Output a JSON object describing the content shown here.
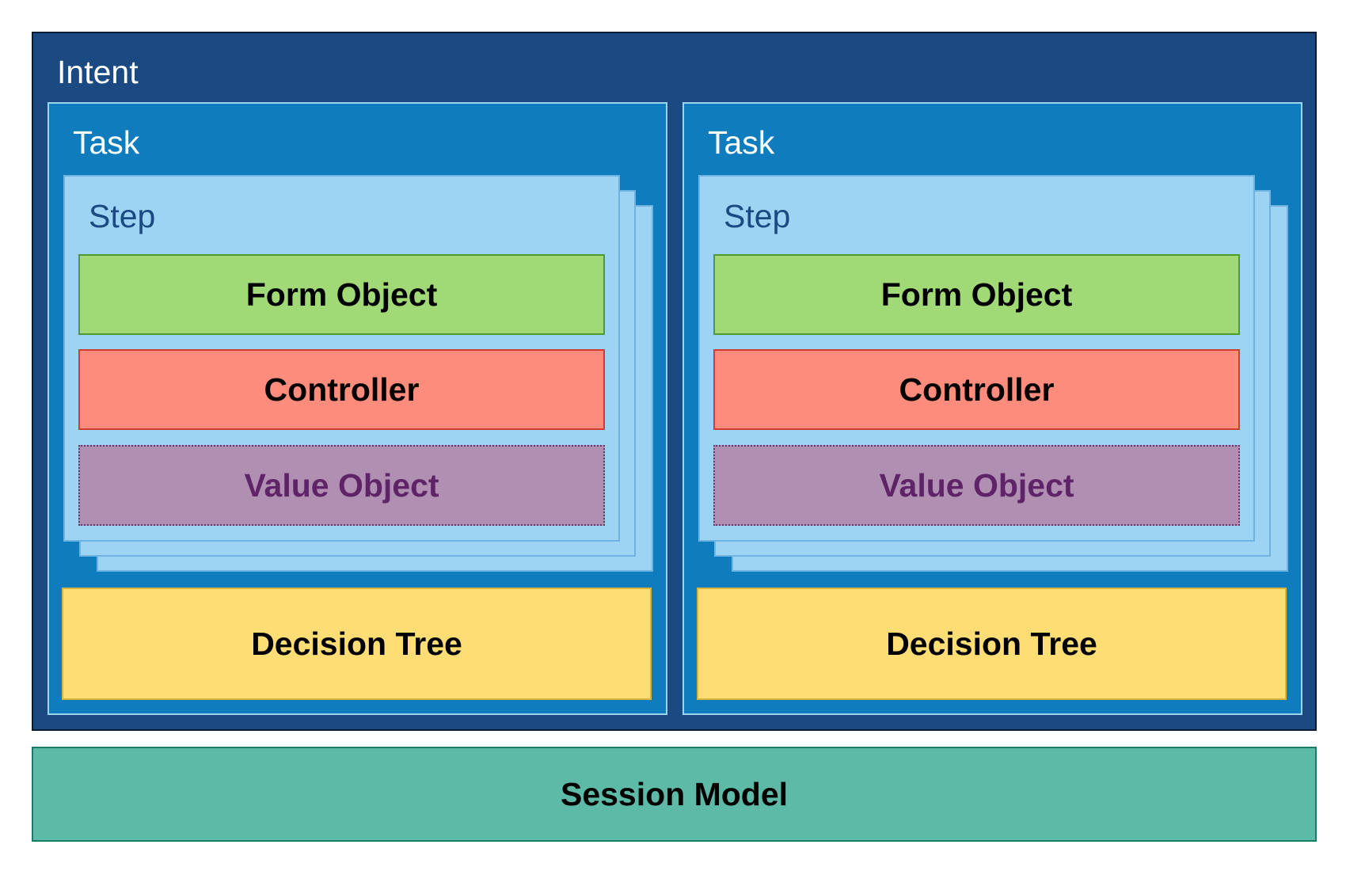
{
  "diagram": {
    "intent": {
      "label": "Intent"
    },
    "tasks": [
      {
        "label": "Task",
        "step": {
          "label": "Step",
          "form_object": "Form Object",
          "controller": "Controller",
          "value_object": "Value Object"
        },
        "decision_tree": "Decision Tree"
      },
      {
        "label": "Task",
        "step": {
          "label": "Step",
          "form_object": "Form Object",
          "controller": "Controller",
          "value_object": "Value Object"
        },
        "decision_tree": "Decision Tree"
      }
    ],
    "session_model": "Session Model"
  },
  "colors": {
    "intent": "#1b4a82",
    "task": "#0f7dbd",
    "step": "#9dd3f3",
    "form_object": "#a2d977",
    "controller": "#fe8c7d",
    "value_object": "#b18fb3",
    "decision_tree": "#fede74",
    "session_model": "#5dbaa7"
  }
}
